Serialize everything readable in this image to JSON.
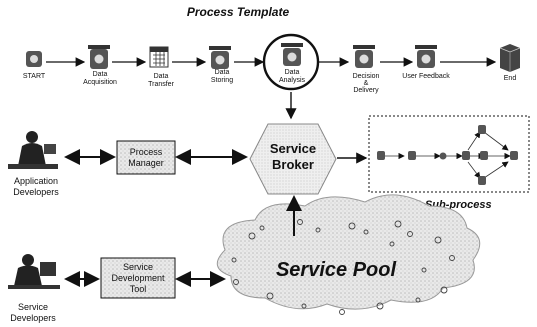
{
  "title": "Process Template",
  "steps": [
    {
      "label": "START",
      "icon": "gear-icon"
    },
    {
      "label": "Data Acquisition",
      "icon": "gear-icon"
    },
    {
      "label": "Data Transfer",
      "icon": "calendar-icon"
    },
    {
      "label": "Data Storing",
      "icon": "gear-icon"
    },
    {
      "label": "Data Analysis",
      "icon": "gear-icon"
    },
    {
      "label": "Decision & Delivery",
      "icon": "gear-icon"
    },
    {
      "label": "User Feedback",
      "icon": "gear-icon"
    },
    {
      "label": "End",
      "icon": "server-icon"
    }
  ],
  "boxes": {
    "process_manager": "Process Manager",
    "service_broker": "Service Broker",
    "service_dev_tool": "Service Development Tool",
    "service_pool": "Service Pool"
  },
  "actors": {
    "app_dev": "Application Developers",
    "service_dev": "Service Developers"
  },
  "subprocess_caption": "A Sub-process"
}
